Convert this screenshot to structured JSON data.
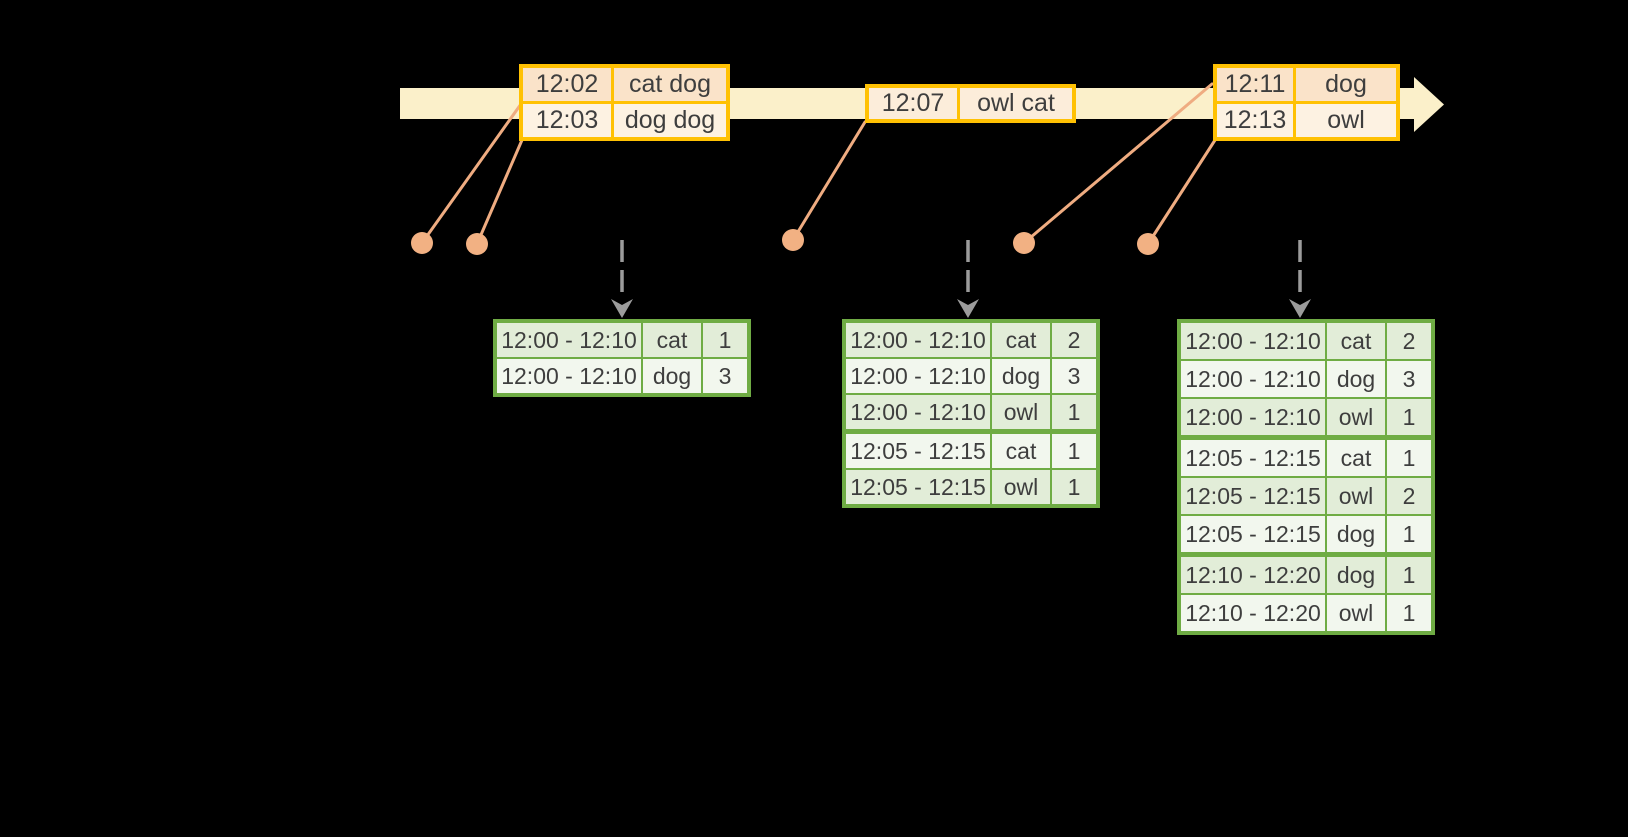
{
  "colors": {
    "background": "#000000",
    "timeline_band": "#fbf0ca",
    "gold_border": "#ffc103",
    "peach_cell": "#fae3c9",
    "cream_cell": "#fdf2e2",
    "mid_cell": "#fcedda",
    "connector_line": "#efac81",
    "event_dot": "#f2b183",
    "trigger_arrow": "#9c9c9c",
    "green_border": "#6fac44",
    "green_cell_dark": "#e2edd8",
    "green_cell_light": "#f2f7ee",
    "text": "#3e3e3e"
  },
  "event_tables": [
    {
      "rows": [
        {
          "time": "12:02",
          "words": "cat dog"
        },
        {
          "time": "12:03",
          "words": "dog dog"
        }
      ]
    },
    {
      "rows": [
        {
          "time": "12:07",
          "words": "owl cat"
        }
      ]
    },
    {
      "rows": [
        {
          "time": "12:11",
          "words": "dog"
        },
        {
          "time": "12:13",
          "words": "owl"
        }
      ]
    }
  ],
  "result_tables": [
    {
      "rows": [
        {
          "window": "12:00 - 12:10",
          "word": "cat",
          "count": "1"
        },
        {
          "window": "12:00 - 12:10",
          "word": "dog",
          "count": "3"
        }
      ]
    },
    {
      "rows": [
        {
          "window": "12:00 - 12:10",
          "word": "cat",
          "count": "2"
        },
        {
          "window": "12:00 - 12:10",
          "word": "dog",
          "count": "3"
        },
        {
          "window": "12:00 - 12:10",
          "word": "owl",
          "count": "1"
        },
        {
          "window": "12:05 - 12:15",
          "word": "cat",
          "count": "1"
        },
        {
          "window": "12:05 - 12:15",
          "word": "owl",
          "count": "1"
        }
      ]
    },
    {
      "rows": [
        {
          "window": "12:00 - 12:10",
          "word": "cat",
          "count": "2"
        },
        {
          "window": "12:00 - 12:10",
          "word": "dog",
          "count": "3"
        },
        {
          "window": "12:00 - 12:10",
          "word": "owl",
          "count": "1"
        },
        {
          "window": "12:05 - 12:15",
          "word": "cat",
          "count": "1"
        },
        {
          "window": "12:05 - 12:15",
          "word": "owl",
          "count": "2"
        },
        {
          "window": "12:05 - 12:15",
          "word": "dog",
          "count": "1"
        },
        {
          "window": "12:10 - 12:20",
          "word": "dog",
          "count": "1"
        },
        {
          "window": "12:10 - 12:20",
          "word": "owl",
          "count": "1"
        }
      ]
    }
  ]
}
